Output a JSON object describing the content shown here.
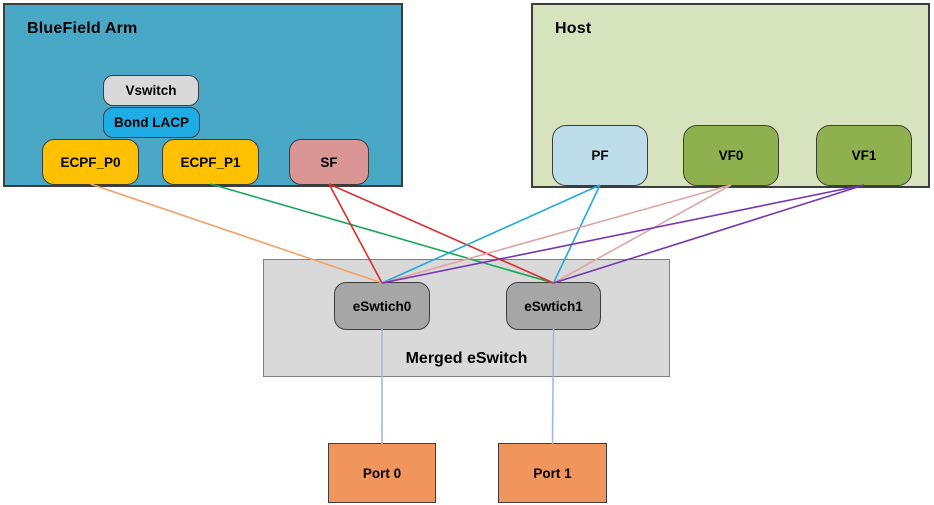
{
  "containers": {
    "bluefield": {
      "label": "BlueField Arm",
      "fill": "#49A8C5"
    },
    "host": {
      "label": "Host",
      "fill": "#D6E3BC"
    },
    "merged": {
      "label": "Merged eSwitch",
      "fill": "#D9D9D9"
    }
  },
  "nodes": {
    "vswitch": {
      "label": "Vswitch",
      "fill": "#D9D9D9"
    },
    "bond_lacp": {
      "label": "Bond LACP",
      "fill": "#1FACE4"
    },
    "ecpf_p0": {
      "label": "ECPF_P0",
      "fill": "#FFC000"
    },
    "ecpf_p1": {
      "label": "ECPF_P1",
      "fill": "#FFC000"
    },
    "sf": {
      "label": "SF",
      "fill": "#D99694"
    },
    "pf": {
      "label": "PF",
      "fill": "#BCDDE9"
    },
    "vf0": {
      "label": "VF0",
      "fill": "#8FB04E"
    },
    "vf1": {
      "label": "VF1",
      "fill": "#8FB04E"
    },
    "eswitch0": {
      "label": "eSwtich0",
      "fill": "#A6A6A6"
    },
    "eswitch1": {
      "label": "eSwtich1",
      "fill": "#A6A6A6"
    },
    "port0": {
      "label": "Port 0",
      "fill": "#F0955B"
    },
    "port1": {
      "label": "Port 1",
      "fill": "#F0955B"
    }
  },
  "edges": [
    {
      "from": "ecpf_p0",
      "to": "eswitch0",
      "color": "#F2A265"
    },
    {
      "from": "ecpf_p1",
      "to": "eswitch1",
      "color": "#16A854"
    },
    {
      "from": "sf",
      "to": "eswitch0",
      "color": "#DD2C2C"
    },
    {
      "from": "sf",
      "to": "eswitch1",
      "color": "#DD2C2C"
    },
    {
      "from": "pf",
      "to": "eswitch0",
      "color": "#22A7E5"
    },
    {
      "from": "pf",
      "to": "eswitch1",
      "color": "#22A7E5"
    },
    {
      "from": "vf0",
      "to": "eswitch0",
      "color": "#DFA5A1"
    },
    {
      "from": "vf0",
      "to": "eswitch1",
      "color": "#DFA5A1"
    },
    {
      "from": "vf1",
      "to": "eswitch0",
      "color": "#7635B2"
    },
    {
      "from": "vf1",
      "to": "eswitch1",
      "color": "#7635B2"
    },
    {
      "from": "eswitch0",
      "to": "port0",
      "color": "#9FB9E2"
    },
    {
      "from": "eswitch1",
      "to": "port1",
      "color": "#9FB9E2"
    }
  ]
}
